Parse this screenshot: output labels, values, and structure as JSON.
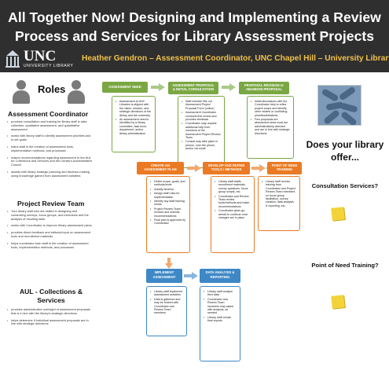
{
  "header": {
    "title_line1": "All Together Now!  Designing and Implementing a Review",
    "title_line2": "Process and Services for Library Assessment Projects",
    "byline": "Heather Gendron – Assessment Coordinator, UNC Chapel Hill – University Library",
    "logo_text": "UNC",
    "logo_sub": "UNIVERSITY LIBRARY"
  },
  "roles": {
    "heading": "Roles",
    "sections": [
      {
        "title": "Assessment Coordinator",
        "bullets": [
          "provides consultation and training for library staff in data collection, qualitative assessment, and quantitative assessment",
          "works with library staff to identify assessment priorities and to set goals",
          "trains staff in the creation of assessment tools, implementation methods, and processes",
          "makes recommendations regarding assessment to the AUL for Collections and Services and the Library's Administrative Council",
          "assists with library strategic planning and decision-making using knowledge gained from assessment activities"
        ]
      },
      {
        "title": "Project Review Team",
        "bullets": [
          "Your library staff who are skilled in designing and conducting surveys, focus groups, and interviews and the analysis of resulting data",
          "works with Coordinator to improve library assessment plans",
          "provides direct feedback and editorial input on assessment tools and recruitment materials",
          "helps coordinator train staff in the creation of assessment tools, implementation methods, and processes"
        ]
      },
      {
        "title": "AUL - Collections & Services",
        "bullets": [
          "provides administrative oversight of assessment proposals that is in line with the library's strategic directions",
          "helps determine if individual assessment proposals are in line with strategic directions"
        ]
      }
    ]
  },
  "flow": {
    "row1": [
      {
        "tag": "ASSESSMENT NEED",
        "bullets": [
          "Assessment at UNC Libraries is aligned with the vision, mission, and strategic directions of the library and the university.",
          "An assessment need is identified by a library committee, task force, department, and/or library administration"
        ]
      },
      {
        "tag": "ASSESSMENT PROPOSAL & INITIAL CONSULTATION",
        "bullets": [
          "Staff member fills out Assessment Project Proposal Form (online)",
          "Assessment Coordinator conducts first review and provides feedback",
          "Coordinator may request additional help from members of the Assessment Project Review Team",
          "Consult may take place in person, over the phone, and/or via email"
        ]
      },
      {
        "tag": "PROPOSAL REVISION or ABANDON PROPOSAL",
        "bullets": [
          "Initial discussions with the Coordinator help to refine project scope and identify other related or conflicting priorities/initiatives.",
          "Few proposals are abandoned since most are administratively-directed and are in line with strategic directions"
        ]
      }
    ],
    "row2": [
      {
        "tag": "CREATE AN ASSESSMENT PLAN",
        "bullets": [
          "Define scope, goals, and methods/tools",
          "Solidify timeline",
          "Assign staff roles for implementation",
          "Identify any staff training needs",
          "Project Review Team: reviews and submits recommendations",
          "Final plan is approved by Coordinator"
        ]
      },
      {
        "tag": "DEVELOP AND REFINE TOOLS / METHODS",
        "bullets": [
          "Library staff drafts recruitment materials, survey questions, focus group scripts, etc.",
          "Coordinator and Review Team review tools/methods and make recommendations",
          "Coordinator gives go-ahead to continue once changes are in place"
        ]
      },
      {
        "tag": "POINT OF NEED TRAINING",
        "bullets": [
          "Library staff receive training from Coordinator and Project Review Team members on focus group facilitation, survey creation, data analysis & reporting, etc."
        ]
      }
    ],
    "row3": [
      {
        "tag": "IMPLEMENT ASSESSMENT",
        "bullets": [
          "Library staff implement assessment activities",
          "Data is gathered and may be shared with Coordinator and Review Team members"
        ]
      },
      {
        "tag": "DATA ANALYSIS & REPORTING",
        "bullets": [
          "Library staff analyze their data",
          "Coordinator and Review Team members may assist with analysis, as needed",
          "Library staff create final reports"
        ]
      }
    ]
  },
  "sidebar": {
    "question": "Does your library offer...",
    "q1": "Consultation Services?",
    "q2": "Point of Need Training?"
  },
  "colors": {
    "header_bg": "#2f2f2f",
    "byline": "#f0c24b",
    "green": "#7aa743",
    "orange": "#eb7a24",
    "blue": "#3e88c6",
    "sticky_note": "#f4d33a"
  },
  "icons": [
    "person-icon",
    "old-well-logo-icon",
    "arrow-right-icon",
    "arrow-down-icon",
    "sticky-note-icon",
    "hands-together-image"
  ]
}
